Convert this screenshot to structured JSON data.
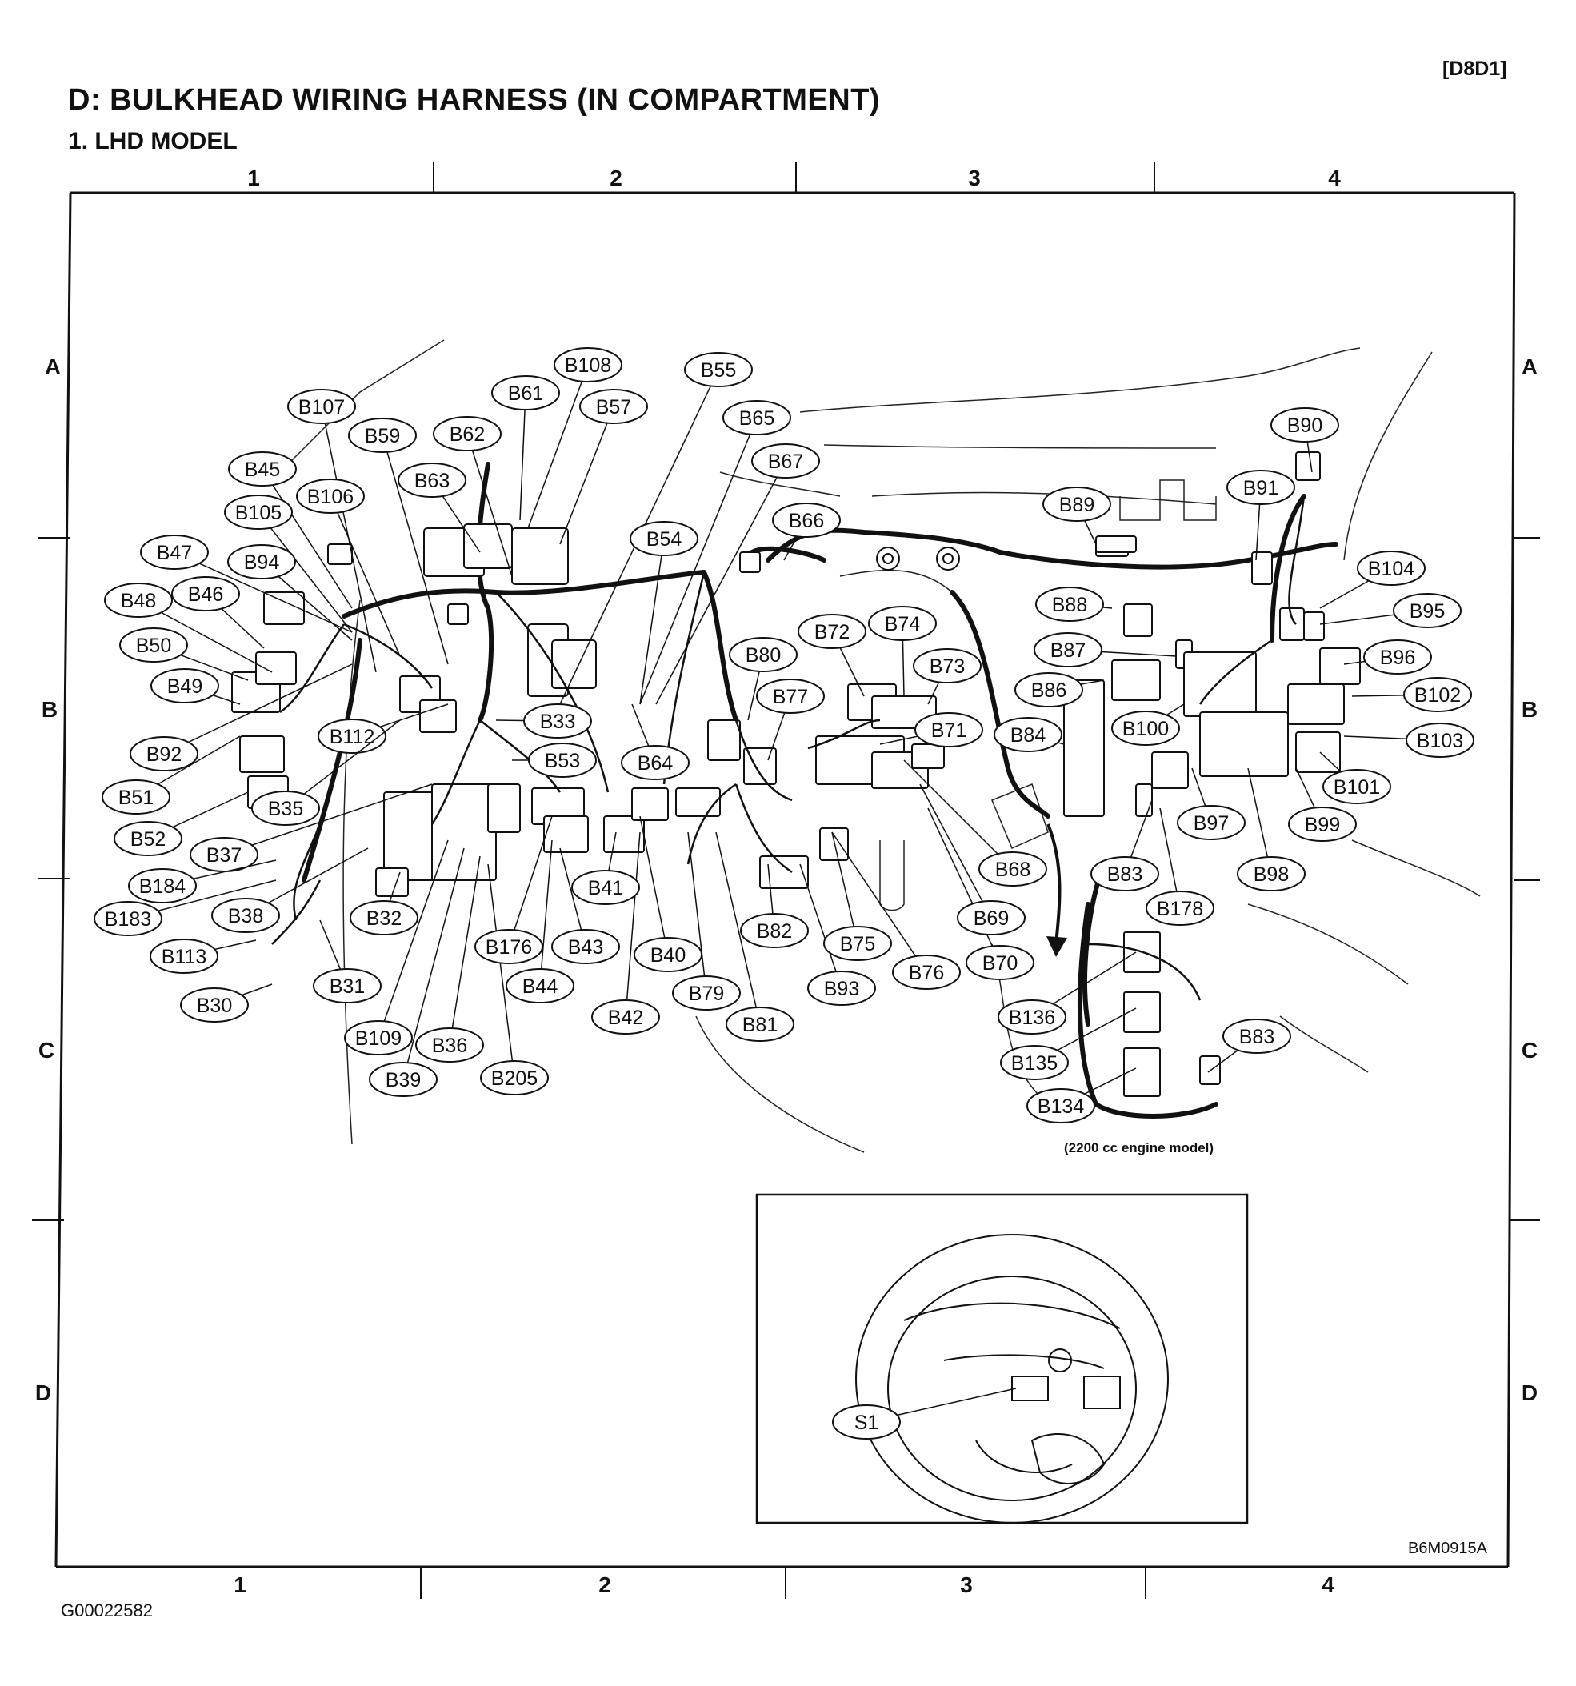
{
  "header": {
    "doc_code": "[D8D1]",
    "title": "D:  BULKHEAD WIRING HARNESS (IN COMPARTMENT)",
    "subtitle": "1.  LHD MODEL"
  },
  "grid": {
    "columns": [
      "1",
      "2",
      "3",
      "4"
    ],
    "rows": [
      "A",
      "B",
      "C",
      "D"
    ]
  },
  "connectors": [
    "B107",
    "B59",
    "B45",
    "B105",
    "B106",
    "B62",
    "B63",
    "B61",
    "B108",
    "B57",
    "B55",
    "B65",
    "B67",
    "B47",
    "B94",
    "B48",
    "B46",
    "B50",
    "B49",
    "B92",
    "B51",
    "B52",
    "B112",
    "B35",
    "B37",
    "B184",
    "B183",
    "B38",
    "B113",
    "B30",
    "B31",
    "B32",
    "B109",
    "B39",
    "B36",
    "B205",
    "B176",
    "B44",
    "B43",
    "B42",
    "B41",
    "B40",
    "B79",
    "B81",
    "B82",
    "B93",
    "B75",
    "B76",
    "B70",
    "B69",
    "B68",
    "B71",
    "B77",
    "B80",
    "B72",
    "B74",
    "B73",
    "B66",
    "B54",
    "B33",
    "B53",
    "B64",
    "B89",
    "B90",
    "B91",
    "B88",
    "B87",
    "B86",
    "B84",
    "B100",
    "B104",
    "B95",
    "B96",
    "B102",
    "B103",
    "B101",
    "B99",
    "B97",
    "B98",
    "B83",
    "B178",
    "B136",
    "B135",
    "B134",
    "B83",
    "S1"
  ],
  "inset_note": "(2200 cc engine model)",
  "figure_code": "B6M0915A",
  "footer_id": "G00022582"
}
